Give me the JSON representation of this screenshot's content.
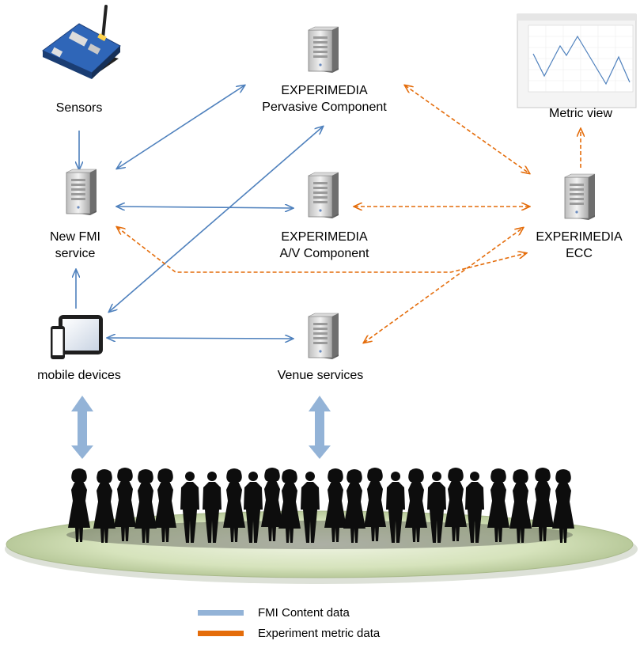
{
  "nodes": {
    "sensors": {
      "label": "Sensors"
    },
    "pervasive": {
      "line1": "EXPERIMEDIA",
      "line2": "Pervasive Component"
    },
    "metric_view": {
      "label": "Metric view"
    },
    "fmi": {
      "line1": "New FMI",
      "line2": "service"
    },
    "av": {
      "line1": "EXPERIMEDIA",
      "line2": "A/V Component"
    },
    "ecc": {
      "line1": "EXPERIMEDIA",
      "line2": "ECC"
    },
    "mobile": {
      "label": "mobile devices"
    },
    "venue": {
      "label": "Venue services"
    }
  },
  "legend": [
    {
      "label": "FMI Content data",
      "color": "#93b3d7"
    },
    {
      "label": "Experiment metric data",
      "color": "#e46c0a"
    }
  ],
  "colors": {
    "fmi_arrow": "#4f81bd",
    "metric_arrow": "#e46c0a",
    "crowd_arrow": "#93b3d7",
    "ground": "#d6e3bc"
  },
  "icons": {
    "server": "server-icon",
    "sensor": "sensor-board-icon",
    "devices": "tablet-phone-icon",
    "crowd": "people-silhouettes"
  }
}
